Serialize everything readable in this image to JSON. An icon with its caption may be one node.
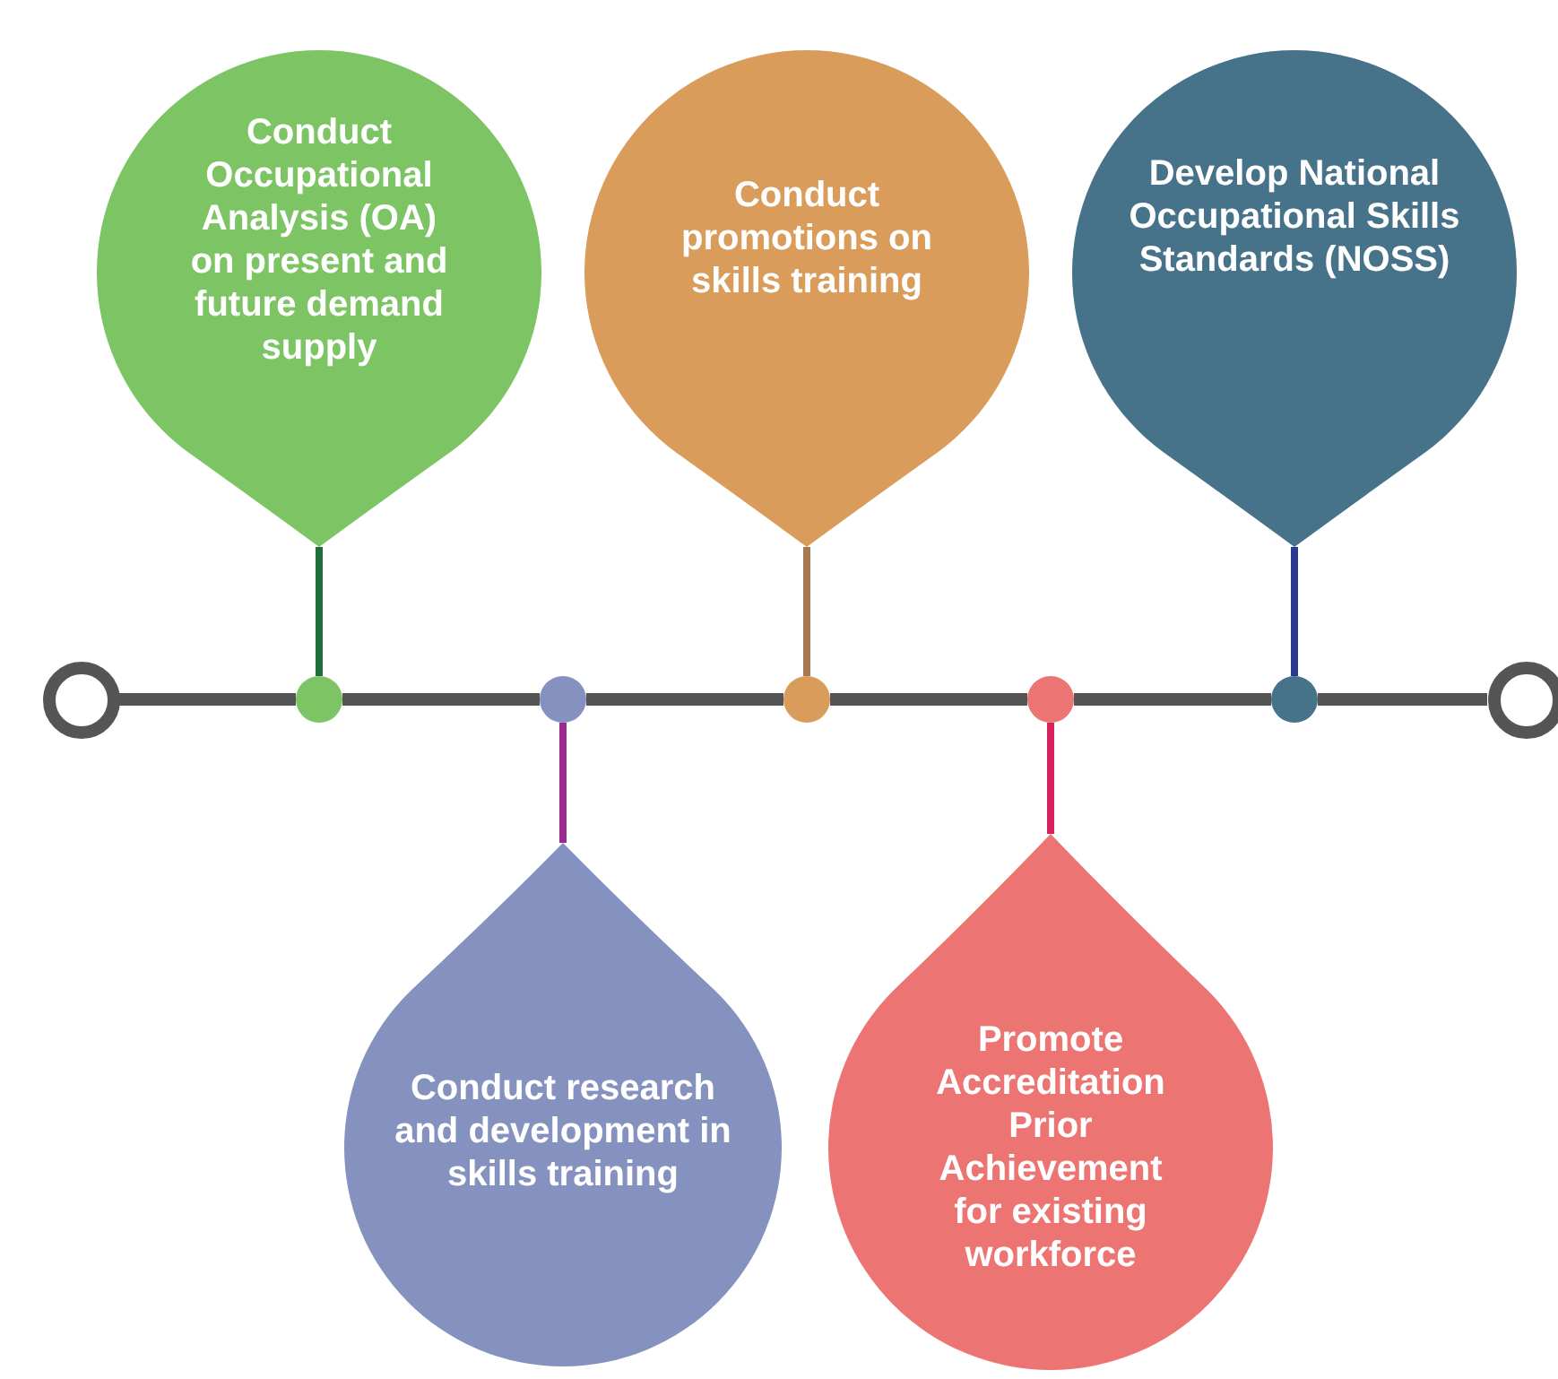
{
  "diagram": {
    "nodes": [
      {
        "text": [
          "Conduct Occupational Analysis (OA) on present and future demand supply"
        ]
      },
      {
        "text": [
          "Conduct promotions on skills training"
        ]
      },
      {
        "text": [
          "Develop National Occupational Skills Standards (NOSS)"
        ]
      },
      {
        "text": [],
        "shape": "ring"
      },
      {
        "text": [],
        "shape": "circle"
      },
      {
        "text": [],
        "shape": "circle"
      },
      {
        "text": [],
        "shape": "circle"
      },
      {
        "text": [],
        "shape": "circle"
      },
      {
        "text": [],
        "shape": "circle"
      },
      {
        "text": [],
        "shape": "ring"
      },
      {
        "text": [
          "Conduct research and development in skills training"
        ]
      },
      {
        "text": [
          "Promote Accreditation Prior Achievement for existing workforce"
        ]
      }
    ],
    "edges": [
      {
        "from": 3,
        "to": 4,
        "arrow": "none"
      },
      {
        "from": 4,
        "to": 5,
        "arrow": "none"
      },
      {
        "from": 5,
        "to": 6,
        "arrow": "none"
      },
      {
        "from": 6,
        "to": 7,
        "arrow": "none"
      },
      {
        "from": 7,
        "to": 8,
        "arrow": "none"
      },
      {
        "from": 8,
        "to": 9,
        "arrow": "none"
      },
      {
        "from": 0,
        "to": 4,
        "arrow": "none",
        "color": "#1f6e3a"
      },
      {
        "from": 10,
        "to": 5,
        "arrow": "none",
        "color": "#9a2a8c"
      },
      {
        "from": 1,
        "to": 6,
        "arrow": "none",
        "color": "#a77950"
      },
      {
        "from": 11,
        "to": 7,
        "arrow": "none",
        "color": "#d6225c"
      },
      {
        "from": 2,
        "to": 8,
        "arrow": "none",
        "color": "#2b3990"
      }
    ]
  }
}
